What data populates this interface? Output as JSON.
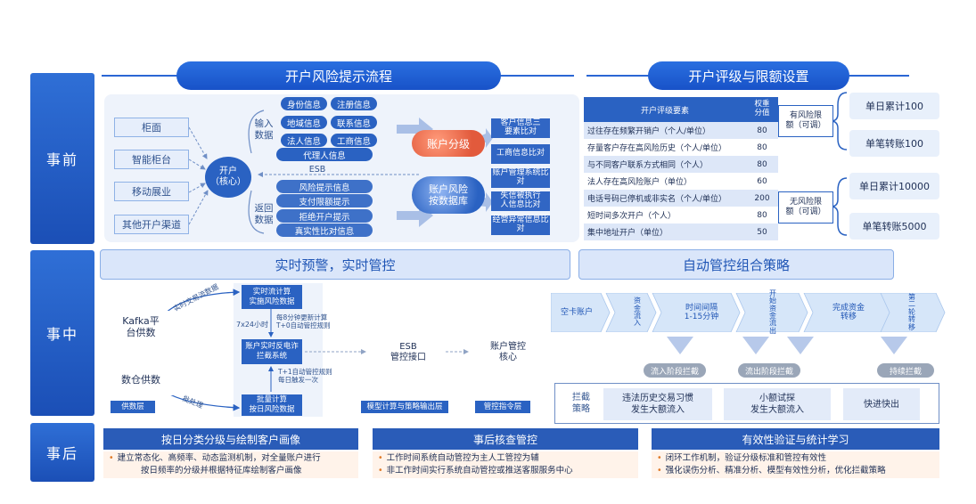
{
  "phases": {
    "before": "事前",
    "during": "事中",
    "after": "事后"
  },
  "titles": {
    "open_flow": "开户风险提示流程",
    "rating": "开户评级与限额设置"
  },
  "channels": [
    "柜面",
    "智能柜台",
    "移动展业",
    "其他开户渠道"
  ],
  "core": "开户\n（核心）",
  "input_label": "输入\n数据",
  "return_label": "返回\n数据",
  "esb_label": "ESB",
  "input_tags": [
    "身份信息",
    "注册信息",
    "地域信息",
    "联系信息",
    "法人信息",
    "工商信息",
    "代理人信息"
  ],
  "return_tags": [
    "风险提示信息",
    "支付限额提示",
    "拒绝开户提示",
    "真实性比对信息"
  ],
  "account_grading": "账户分级",
  "risk_db": "账户风险\n按数据库",
  "right_checks": [
    "客户信息三\n要素比对",
    "工商信息比对",
    "账户管理系统比对",
    "失信被执行\n人信息比对",
    "经营异常信息比对"
  ],
  "rating_table": {
    "header": [
      "开户评级要素",
      "权重\n分值"
    ],
    "rows": [
      [
        "过往存在频繁开销户（个人/单位）",
        "80"
      ],
      [
        "存量客户存在高风险历史（个人/单位）",
        "80"
      ],
      [
        "与不同客户联系方式相同（个人）",
        "80"
      ],
      [
        "法人存在高风险账户（单位）",
        "60"
      ],
      [
        "电话号码已停机或非实名（个人/单位）",
        "200"
      ],
      [
        "短时间多次开户（个人）",
        "80"
      ],
      [
        "集中地址开户（单位）",
        "50"
      ]
    ]
  },
  "limits": {
    "risk_group": "有风险限\n额（可调）",
    "norisk_group": "无风险限\n额（可调）",
    "risk_items": [
      "单日累计100",
      "单笔转账100"
    ],
    "norisk_items": [
      "单日累计10000",
      "单笔转账5000"
    ]
  },
  "during": {
    "left_head": "实时预警，实时管控",
    "right_head": "自动管控组合策略",
    "kafka": "Kafka平\n台供数",
    "warehouse": "数仓供数",
    "realtime_label": "实时交易流数据",
    "batch_label": "批处理",
    "supply_layer": "供数层",
    "stream_calc": "实时流计算\n实施风险数据",
    "stream_note_a": "7x24小时",
    "stream_note_b": "每8分钟更新计算\nT+0自动管控规则",
    "anti_fraud": "账户实时反电诈\n拦截系统",
    "batch_note": "T+1自动管控规则\n每日触发一次",
    "batch_calc": "批量计算\n按日风险数据",
    "model_layer": "模型计算与策略输出层",
    "esb": "ESB\n管控接口",
    "core_acct": "账户管控\n核心",
    "cmd_layer": "管控指令层",
    "flow_steps": [
      "空卡账户",
      "资\n金\n流\n入",
      "时间间隔\n1-15分钟",
      "开\n始\n资\n金\n流\n出",
      "完成资金\n转移",
      "第\n二\n轮\n转\n移"
    ],
    "stages": [
      "流入阶段拦截",
      "流出阶段拦截",
      "持续拦截"
    ],
    "strategy_label": "拦截\n策略",
    "strategies": [
      "违法历史交易习惯\n发生大额流入",
      "小额试探\n发生大额流入",
      "快进快出"
    ]
  },
  "after": [
    {
      "title": "按日分类分级与绘制客户画像",
      "items": [
        "建立常态化、高频率、动态监测机制，对全量账户进行",
        "按日频率的分级并根据特征库绘制客户画像"
      ]
    },
    {
      "title": "事后核查管控",
      "items": [
        "工作时间系统自动管控为主人工管控为辅",
        "非工作时间实行系统自动管控或推送客服服务中心"
      ]
    },
    {
      "title": "有效性验证与统计学习",
      "items": [
        "闭环工作机制，验证分级标准和管控有效性",
        "强化误伤分析、精准分析、模型有效性分析，优化拦截策略"
      ]
    }
  ],
  "colors": {
    "primary": "#2a62c2",
    "accent": "#e07b2a",
    "light": "#eef3fb"
  }
}
